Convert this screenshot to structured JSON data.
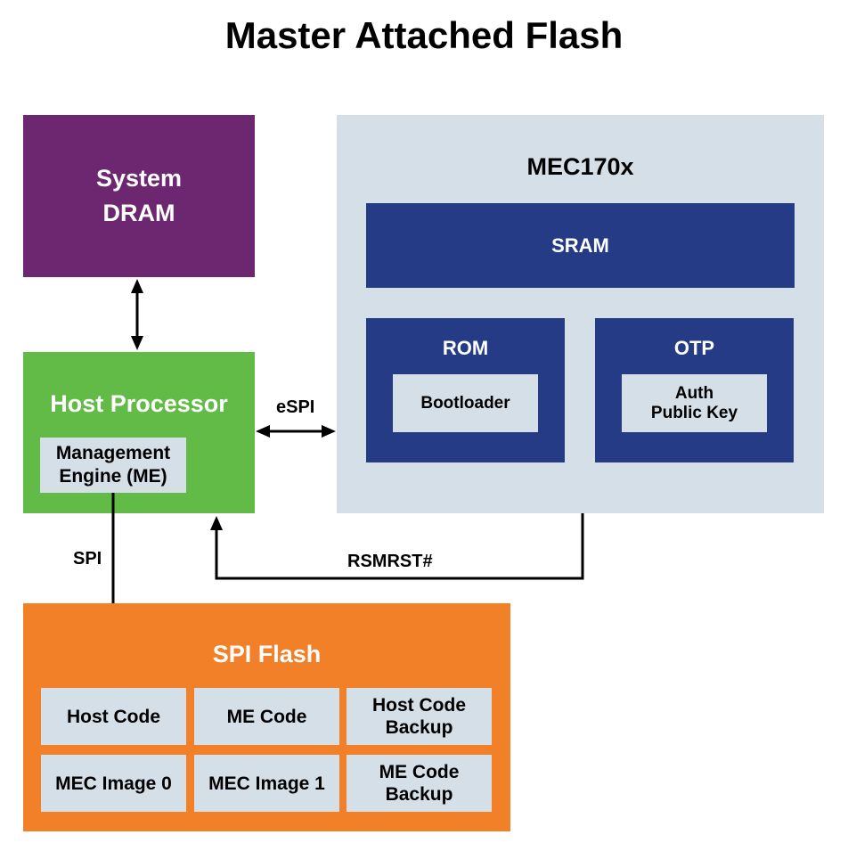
{
  "title": "Master Attached Flash",
  "system_dram": {
    "line1": "System",
    "line2": "DRAM"
  },
  "host_processor": {
    "title": "Host Processor",
    "me_line1": "Management",
    "me_line2": "Engine (ME)"
  },
  "mec": {
    "title": "MEC170x",
    "sram": "SRAM",
    "rom": {
      "title": "ROM",
      "inner": "Bootloader"
    },
    "otp": {
      "title": "OTP",
      "inner_line1": "Auth",
      "inner_line2": "Public Key"
    }
  },
  "links": {
    "espi": "eSPI",
    "spi": "SPI",
    "rsmrst": "RSMRST#"
  },
  "spi_flash": {
    "title": "SPI Flash",
    "cells": [
      {
        "line1": "Host Code",
        "line2": ""
      },
      {
        "line1": "ME Code",
        "line2": ""
      },
      {
        "line1": "Host Code",
        "line2": "Backup"
      },
      {
        "line1": "MEC Image 0",
        "line2": ""
      },
      {
        "line1": "MEC Image 1",
        "line2": ""
      },
      {
        "line1": "ME Code",
        "line2": "Backup"
      }
    ]
  },
  "colors": {
    "dram": "#6d2771",
    "host": "#62bb46",
    "mec_bg": "#d5dfe8",
    "mec_blocks": "#253b85",
    "flash": "#f28028"
  }
}
